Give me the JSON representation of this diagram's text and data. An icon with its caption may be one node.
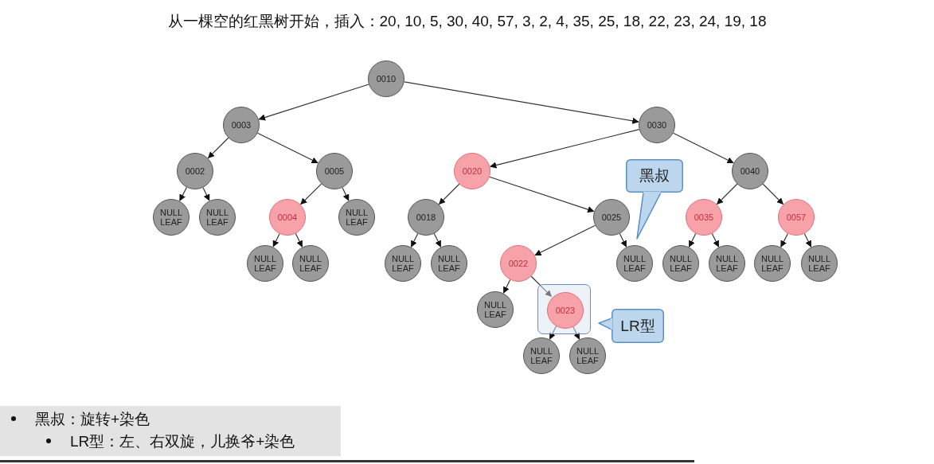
{
  "diagram": {
    "title": "从一棵空的红黑树开始，插入：20, 10, 5, 30, 40, 57, 3, 2, 4, 35, 25, 18, 22, 23, 24, 19, 18",
    "nodes": [
      {
        "text": [
          "0010"
        ]
      },
      {
        "text": [
          "0003"
        ]
      },
      {
        "text": [
          "0030"
        ]
      },
      {
        "text": [
          "0002"
        ]
      },
      {
        "text": [
          "0005"
        ]
      },
      {
        "text": [
          "0020"
        ]
      },
      {
        "text": [
          "0040"
        ]
      },
      {
        "text": [
          "NULL LEAF"
        ]
      },
      {
        "text": [
          "NULL LEAF"
        ]
      },
      {
        "text": [
          "0004"
        ]
      },
      {
        "text": [
          "NULL LEAF"
        ]
      },
      {
        "text": [
          "0018"
        ]
      },
      {
        "text": [
          "0025"
        ]
      },
      {
        "text": [
          "0035"
        ]
      },
      {
        "text": [
          "0057"
        ]
      },
      {
        "text": [
          "NULL LEAF"
        ]
      },
      {
        "text": [
          "NULL LEAF"
        ]
      },
      {
        "text": [
          "NULL LEAF"
        ]
      },
      {
        "text": [
          "NULL LEAF"
        ]
      },
      {
        "text": [
          "0022"
        ]
      },
      {
        "text": [
          "NULL LEAF"
        ]
      },
      {
        "text": [
          "NULL LEAF"
        ]
      },
      {
        "text": [
          "NULL LEAF"
        ]
      },
      {
        "text": [
          "NULL LEAF"
        ]
      },
      {
        "text": [
          "NULL LEAF"
        ]
      },
      {
        "text": [
          "NULL LEAF"
        ]
      },
      {
        "text": [],
        "shape": "box"
      },
      {
        "text": [
          "0023"
        ],
        "in": 26
      },
      {
        "text": [
          "NULL LEAF"
        ]
      },
      {
        "text": [
          "NULL LEAF"
        ]
      },
      {
        "text": [
          "黑叔"
        ]
      },
      {
        "text": [
          "LR型"
        ]
      }
    ],
    "edges": [
      {
        "from": 0,
        "to": 1,
        "arrow": "to"
      },
      {
        "from": 0,
        "to": 2,
        "arrow": "to"
      },
      {
        "from": 1,
        "to": 3,
        "arrow": "to"
      },
      {
        "from": 1,
        "to": 4,
        "arrow": "to"
      },
      {
        "from": 2,
        "to": 5,
        "arrow": "to"
      },
      {
        "from": 2,
        "to": 6,
        "arrow": "to"
      },
      {
        "from": 3,
        "to": 7,
        "arrow": "to"
      },
      {
        "from": 3,
        "to": 8,
        "arrow": "to"
      },
      {
        "from": 4,
        "to": 9,
        "arrow": "to"
      },
      {
        "from": 4,
        "to": 10,
        "arrow": "to"
      },
      {
        "from": 5,
        "to": 11,
        "arrow": "to"
      },
      {
        "from": 5,
        "to": 12,
        "arrow": "to"
      },
      {
        "from": 6,
        "to": 13,
        "arrow": "to"
      },
      {
        "from": 6,
        "to": 14,
        "arrow": "to"
      },
      {
        "from": 9,
        "to": 15,
        "arrow": "to"
      },
      {
        "from": 9,
        "to": 16,
        "arrow": "to"
      },
      {
        "from": 11,
        "to": 17,
        "arrow": "to"
      },
      {
        "from": 11,
        "to": 18,
        "arrow": "to"
      },
      {
        "from": 12,
        "to": 19,
        "arrow": "to"
      },
      {
        "from": 12,
        "to": 20,
        "arrow": "to"
      },
      {
        "from": 13,
        "to": 21,
        "arrow": "to"
      },
      {
        "from": 13,
        "to": 22,
        "arrow": "to"
      },
      {
        "from": 14,
        "to": 23,
        "arrow": "to"
      },
      {
        "from": 14,
        "to": 24,
        "arrow": "to"
      },
      {
        "from": 19,
        "to": 25,
        "arrow": "to"
      },
      {
        "from": 19,
        "to": 27,
        "arrow": "to"
      },
      {
        "from": 27,
        "to": 28,
        "arrow": "to"
      },
      {
        "from": 27,
        "to": 29,
        "arrow": "to"
      }
    ],
    "labels": [
      "黑叔：旋转+染色",
      "LR型：左、右双旋，儿换爷+染色"
    ]
  }
}
